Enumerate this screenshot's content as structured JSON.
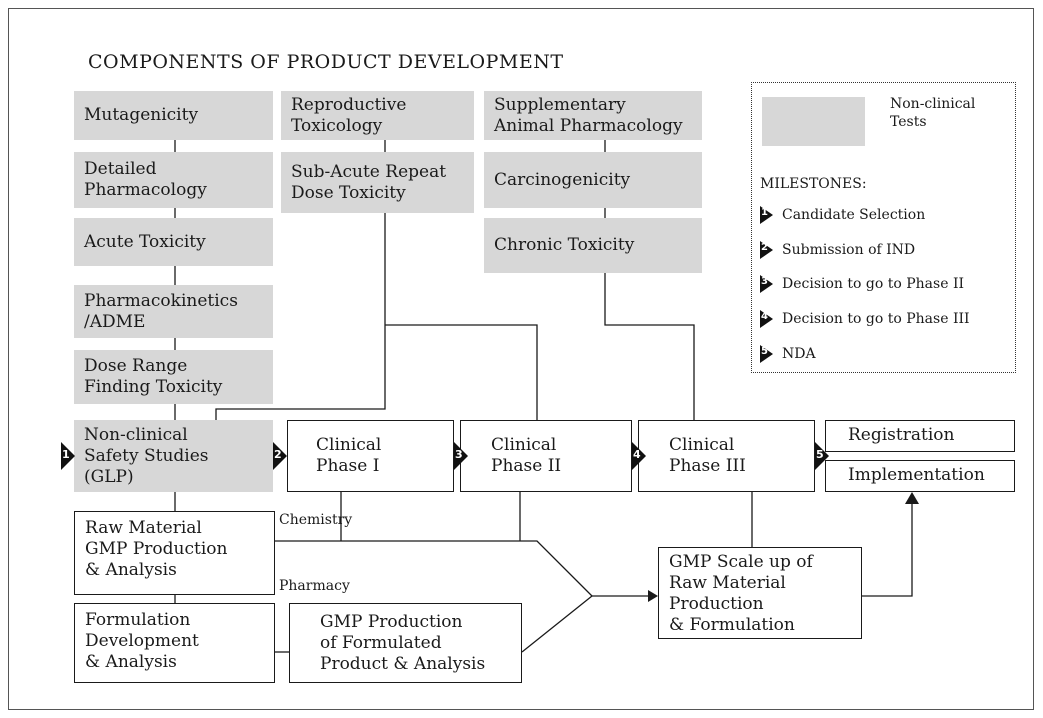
{
  "title": "COMPONENTS OF PRODUCT DEVELOPMENT",
  "nonclinical": {
    "col1": [
      "Mutagenicity",
      "Detailed\nPharmacology",
      "Acute Toxicity",
      "Pharmacokinetics\n/ADME",
      "Dose Range\nFinding Toxicity"
    ],
    "col2": [
      "Reproductive\nToxicology",
      "Sub-Acute Repeat\nDose Toxicity"
    ],
    "col3": [
      "Supplementary\nAnimal Pharmacology",
      "Carcinogenicity",
      "Chronic Toxicity"
    ],
    "safety": "Non-clinical\nSafety Studies\n(GLP)"
  },
  "phases": {
    "phase1": "Clinical\nPhase I",
    "phase2": "Clinical\nPhase II",
    "phase3": "Clinical\nPhase III",
    "registration": "Registration",
    "implementation": "Implementation"
  },
  "lower": {
    "raw_material": "Raw Material\nGMP Production\n& Analysis",
    "formulation": "Formulation\nDevelopment\n& Analysis",
    "gmp_formulated": "GMP Production\nof Formulated\nProduct & Analysis",
    "scale_up": "GMP Scale up of\nRaw Material\nProduction\n& Formulation",
    "chemistry": "Chemistry",
    "pharmacy": "Pharmacy"
  },
  "legend": {
    "swatch_label": "Non-clinical\nTests",
    "milestones_heading": "MILESTONES:",
    "milestones": [
      {
        "num": "1",
        "label": "Candidate Selection"
      },
      {
        "num": "2",
        "label": "Submission of IND"
      },
      {
        "num": "3",
        "label": "Decision to go to Phase II"
      },
      {
        "num": "4",
        "label": "Decision to go to Phase III"
      },
      {
        "num": "5",
        "label": "NDA"
      }
    ]
  },
  "markers": [
    "1",
    "2",
    "3",
    "4",
    "5"
  ],
  "colors": {
    "nonclinical_fill": "#d7d7d7",
    "line": "#1a1a1a"
  }
}
